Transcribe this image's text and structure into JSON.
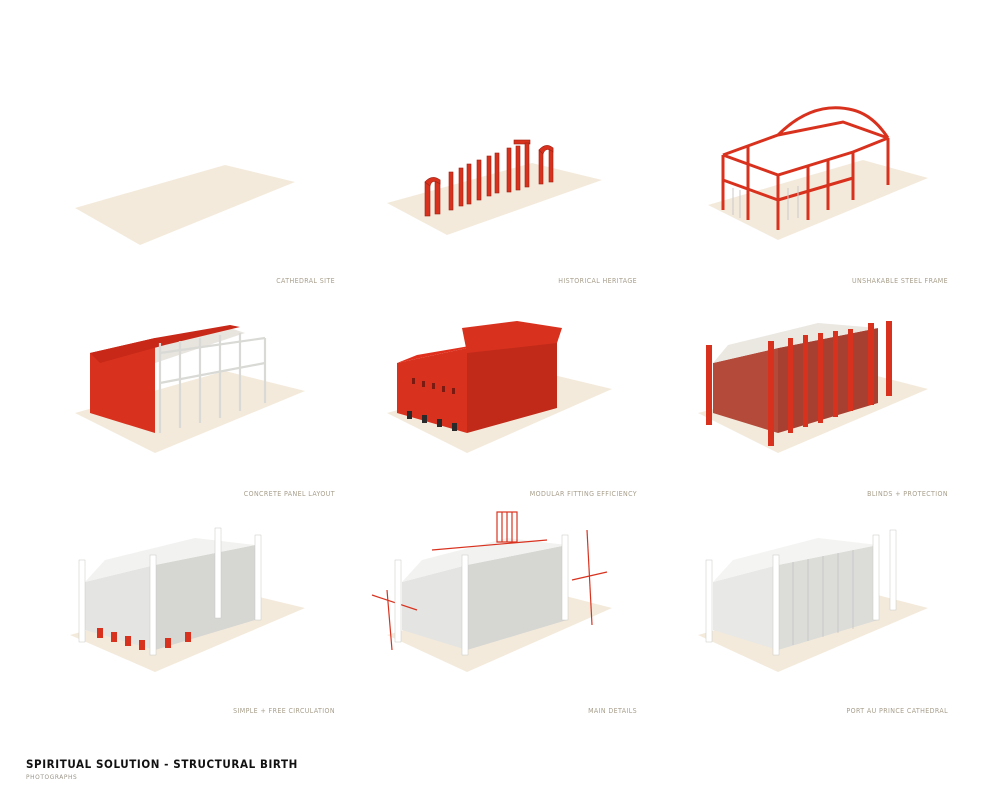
{
  "panels": [
    {
      "caption": "CATHEDRAL SITE"
    },
    {
      "caption": "HISTORICAL HERITAGE"
    },
    {
      "caption": "UNSHAKABLE STEEL FRAME"
    },
    {
      "caption": "CONCRETE  PANEL LAYOUT"
    },
    {
      "caption": "MODULAR  FITTING EFFICIENCY"
    },
    {
      "caption": "BLINDS + PROTECTION"
    },
    {
      "caption": "SIMPLE  + FREE CIRCULATION"
    },
    {
      "caption": "MAIN DETAILS"
    },
    {
      "caption": "PORT AU PRINCE CATHEDRAL"
    }
  ],
  "footer": {
    "title": "SPIRITUAL SOLUTION - STRUCTURAL BIRTH",
    "subtitle": "PHOTOGRAPHS"
  },
  "colors": {
    "site": "#f3eadb",
    "red": "#d8321f",
    "red_dark": "#9e1f12",
    "white_panel": "#e4e4e2",
    "caption": "#a89f8c"
  }
}
